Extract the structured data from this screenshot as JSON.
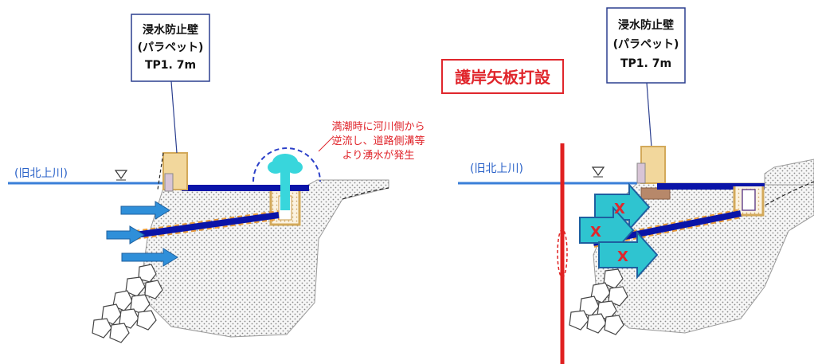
{
  "left_panel": {
    "wall_callout": [
      "浸水防止壁",
      "(パラペット)",
      "TP1. 7m"
    ],
    "river_label": "(旧北上川)",
    "annotation": [
      "満潮時に河川側から",
      "逆流し、道路側溝等",
      "より湧水が発生"
    ]
  },
  "right_panel": {
    "title_box": "護岸矢板打設",
    "wall_callout": [
      "浸水防止壁",
      "(パラペット)",
      "TP1. 7m"
    ],
    "river_label": "(旧北上川)",
    "block_marks": [
      "X",
      "X",
      "X"
    ]
  },
  "colors": {
    "water_line": "#3a7fd8",
    "pipe": "#0a14a8",
    "pipe_edge": "#e79a3a",
    "flow_arrow": "#2f8fd9",
    "blocked_arrow": "#2fc4d0",
    "sheet_pile": "#e02020",
    "accent_red": "#e0262c",
    "parapet_fill": "#f2d79c",
    "parapet_edge": "#d3a95a"
  }
}
